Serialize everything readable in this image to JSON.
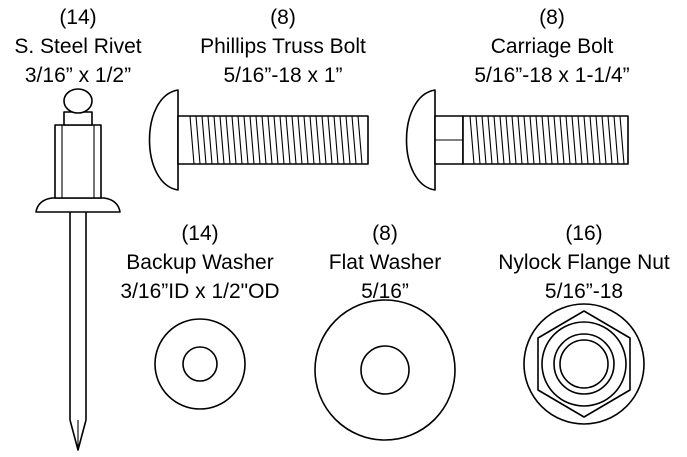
{
  "parts": {
    "rivet": {
      "qty": "(14)",
      "name": "S. Steel Rivet",
      "size": "3/16” x 1/2”"
    },
    "truss": {
      "qty": "(8)",
      "name": "Phillips Truss Bolt",
      "size": "5/16”-18 x 1”"
    },
    "carriage": {
      "qty": "(8)",
      "name": "Carriage Bolt",
      "size": "5/16”-18 x 1-1/4”"
    },
    "backup": {
      "qty": "(14)",
      "name": "Backup Washer",
      "size": "3/16”ID x 1/2\"OD"
    },
    "flat": {
      "qty": "(8)",
      "name": "Flat Washer",
      "size": "5/16”"
    },
    "nut": {
      "qty": "(16)",
      "name": "Nylock Flange Nut",
      "size": "5/16”-18"
    }
  }
}
